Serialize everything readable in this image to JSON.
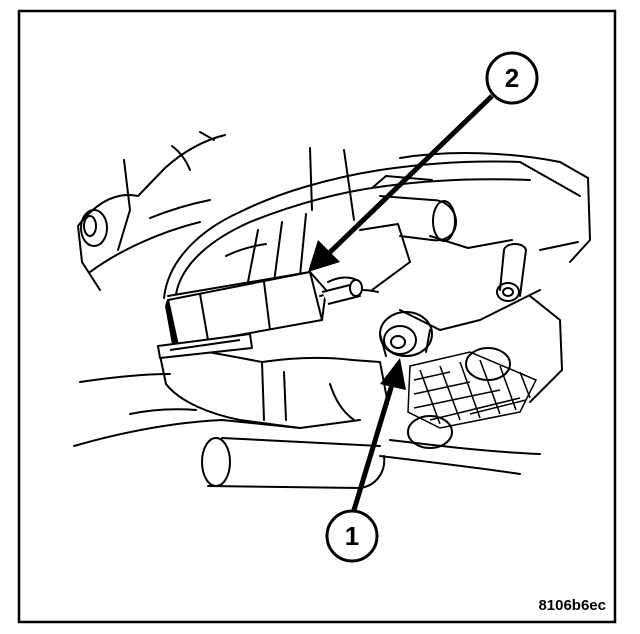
{
  "figure": {
    "id": "8106b6ec"
  },
  "callouts": [
    {
      "number": "1"
    },
    {
      "number": "2"
    }
  ],
  "colors": {
    "line": "#000000",
    "background": "#ffffff"
  }
}
